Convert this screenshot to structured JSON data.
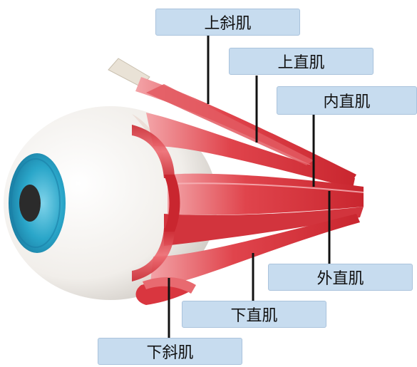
{
  "labels": {
    "superior_oblique": "上斜肌",
    "superior_rectus": "上直肌",
    "medial_rectus": "内直肌",
    "lateral_rectus": "外直肌",
    "inferior_rectus": "下直肌",
    "inferior_oblique": "下斜肌"
  },
  "colors": {
    "label_fill": "#c7dcef",
    "muscle": "#d9363f",
    "muscle_light": "#ee8a8f",
    "sclera": "#f3f1ee",
    "iris": "#2aa6c9",
    "pupil": "#2b2b2b",
    "leader_line": "#111111"
  }
}
